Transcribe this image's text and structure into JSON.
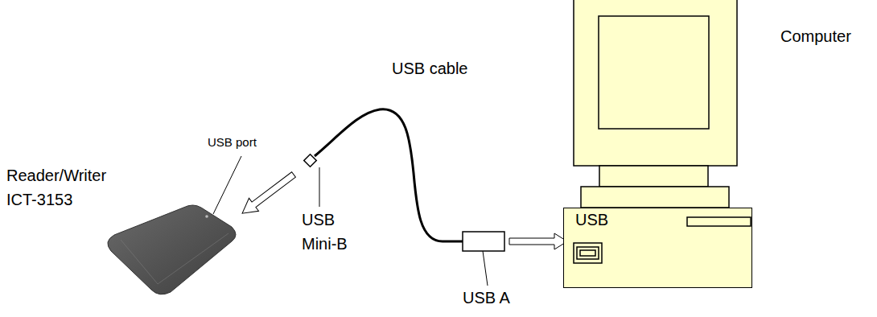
{
  "diagram": {
    "nodes": [
      {
        "text": [
          "USB"
        ]
      }
    ],
    "labels": [
      "Reader/Writer ICT-3153",
      "USB port",
      "USB cable",
      "USB Mini-B",
      "USB A",
      "Computer"
    ]
  }
}
